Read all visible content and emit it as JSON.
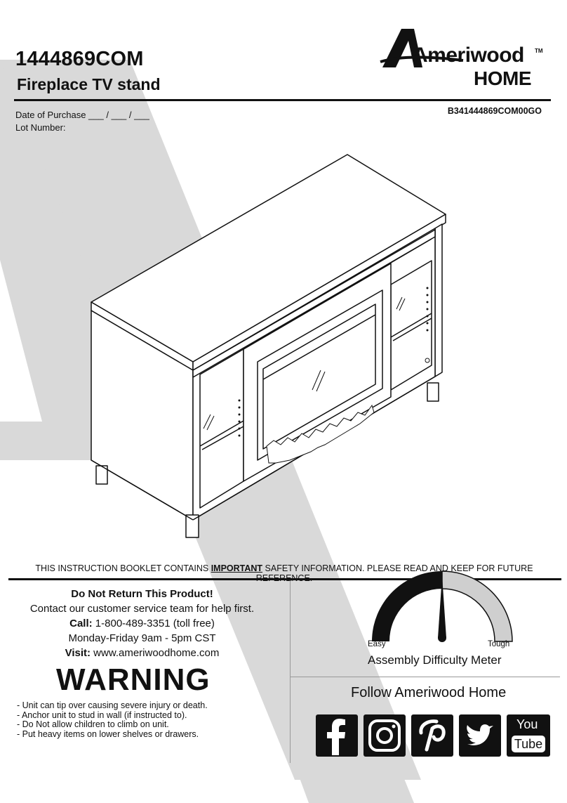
{
  "header": {
    "model_number": "1444869COM",
    "product_name": "Fireplace TV stand",
    "purchase_label": "Date of Purchase ___ / ___ / ___",
    "lot_label": "Lot Number:",
    "booklet_code": "B341444869COM00GO"
  },
  "brand": {
    "logo_text": "Ameriwood",
    "logo_tm": "TM",
    "logo_sub": "HOME"
  },
  "notice": {
    "before": "THIS INSTRUCTION BOOKLET CONTAINS ",
    "emphasis": "IMPORTANT",
    "after": " SAFETY INFORMATION. PLEASE READ AND KEEP FOR FUTURE REFERENCE."
  },
  "support": {
    "no_return": "Do Not Return This Product!",
    "contact": "Contact our customer service team for help first.",
    "call_label": "Call:",
    "call_value": " 1-800-489-3351 (toll free)",
    "hours": "Monday-Friday 9am - 5pm CST",
    "visit_label": "Visit:",
    "visit_value": " www.ameriwoodhome.com"
  },
  "warning": {
    "title": "WARNING",
    "items": [
      "- Unit can tip over causing severe injury or death.",
      "- Anchor unit to stud in wall (if instructed to).",
      "- Do Not allow children to climb on unit.",
      "- Put heavy items on lower shelves or drawers."
    ]
  },
  "difficulty": {
    "easy_label": "Easy",
    "tough_label": "Tough",
    "title": "Assembly Difficulty Meter",
    "level": 0.5
  },
  "social": {
    "title": "Follow Ameriwood Home",
    "icons": [
      "facebook-icon",
      "instagram-icon",
      "pinterest-icon",
      "twitter-icon",
      "youtube-icon"
    ],
    "youtube_top": "You",
    "youtube_bottom": "Tube"
  },
  "colors": {
    "watermark": "#d6d6d6",
    "ink": "#111111"
  }
}
